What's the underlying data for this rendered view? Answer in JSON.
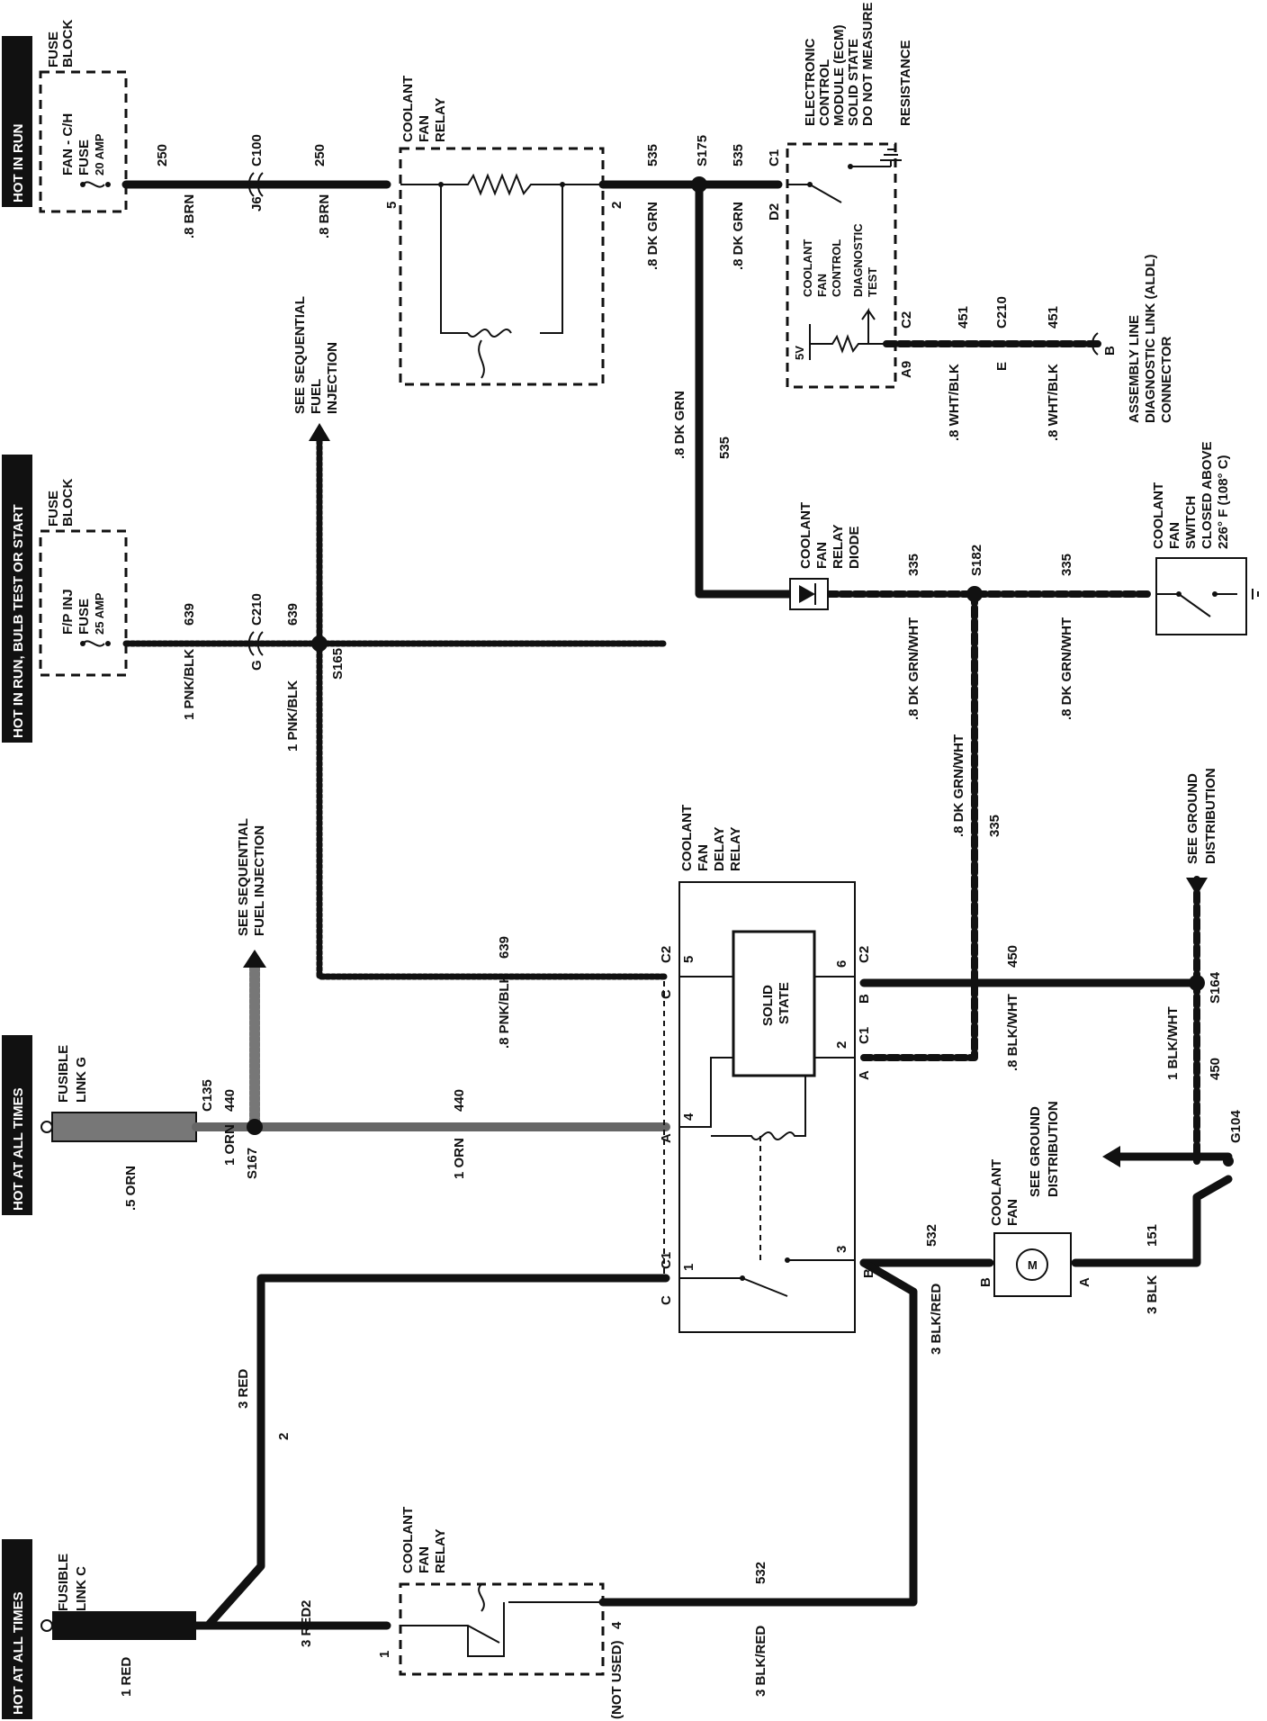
{
  "headers": {
    "hot_in_run": "HOT IN RUN",
    "hot_run_bulbtest_start": "HOT IN RUN, BULB TEST OR START",
    "hot_at_all_times_1": "HOT AT ALL TIMES",
    "hot_at_all_times_2": "HOT AT ALL TIMES"
  },
  "fuse_block_1": {
    "title1": "FUSE",
    "title2": "BLOCK",
    "fuse1": "FAN - C/H",
    "fuse2": "FUSE",
    "fuse3": "20 AMP"
  },
  "fuse_block_2": {
    "title1": "FUSE",
    "title2": "BLOCK",
    "fuse1": "F/P INJ",
    "fuse2": "FUSE",
    "fuse3": "25 AMP"
  },
  "fusible_link_g": {
    "line1": "FUSIBLE",
    "line2": "LINK G"
  },
  "fusible_link_c": {
    "line1": "FUSIBLE",
    "line2": "LINK C"
  },
  "relay_top": {
    "line1": "COOLANT",
    "line2": "FAN",
    "line3": "RELAY"
  },
  "relay_bottom": {
    "line1": "COOLANT",
    "line2": "FAN",
    "line3": "RELAY"
  },
  "delay_relay": {
    "line1": "COOLANT",
    "line2": "FAN",
    "line3": "DELAY",
    "line4": "RELAY",
    "solid1": "SOLID",
    "solid2": "STATE"
  },
  "ecm": {
    "line1": "ELECTRONIC",
    "line2": "CONTROL",
    "line3": "MODULE (ECM)",
    "line4": "SOLID STATE",
    "line5": "DO NOT MEASURE",
    "line6": "RESISTANCE",
    "ctrl1": "COOLANT",
    "ctrl2": "FAN",
    "ctrl3": "CONTROL",
    "diag1": "DIAGNOSTIC",
    "diag2": "TEST",
    "v5": "5V"
  },
  "aldl": {
    "line1": "ASSEMBLY LINE",
    "line2": "DIAGNOSTIC LINK (ALDL)",
    "line3": "CONNECTOR"
  },
  "diode": {
    "line1": "COOLANT",
    "line2": "FAN",
    "line3": "RELAY",
    "line4": "DIODE"
  },
  "fan_switch": {
    "line1": "COOLANT",
    "line2": "FAN",
    "line3": "SWITCH",
    "line4": "CLOSED ABOVE",
    "line5": "226° F (108° C)"
  },
  "coolant_fan": {
    "line1": "COOLANT",
    "line2": "FAN",
    "motor": "M"
  },
  "see_sfi_1": {
    "line1": "SEE SEQUENTIAL",
    "line2": "FUEL",
    "line3": "INJECTION"
  },
  "see_sfi_2": {
    "line1": "SEE SEQUENTIAL",
    "line2": "FUEL INJECTION"
  },
  "see_ground_1": {
    "line1": "SEE GROUND",
    "line2": "DISTRIBUTION"
  },
  "see_ground_2": {
    "line1": "SEE GROUND",
    "line2": "DISTRIBUTION"
  },
  "wires": {
    "brn": ".8 BRN",
    "brn_c": "250",
    "dkgrn": ".8 DK GRN",
    "dkgrn_c": "535",
    "whtblk": ".8 WHT/BLK",
    "whtblk_c": "451",
    "dkgrnwht": ".8 DK GRN/WHT",
    "dkgrnwht_c": "335",
    "pnkblk_1": "1 PNK/BLK",
    "pnkblk_8": ".8 PNK/BLK",
    "pnkblk_c": "639",
    "orn_1": "1 ORN",
    "orn_5": ".5 ORN",
    "orn_c": "440",
    "blkwht_8": ".8 BLK/WHT",
    "blkwht_1": "1 BLK/WHT",
    "blkwht_c": "450",
    "blkred": "3 BLK/RED",
    "blkred_c": "532",
    "blk": "3 BLK",
    "blk_c": "151",
    "red_3": "3 RED",
    "red_1": "1 RED",
    "red_c": "2"
  },
  "connectors": {
    "c100": "C100",
    "j6": "J6",
    "s175": "S175",
    "c1": "C1",
    "d2": "D2",
    "c2": "C2",
    "a9": "A9",
    "c210": "C210",
    "e": "E",
    "b": "B",
    "g": "G",
    "s165": "S165",
    "s182": "S182",
    "c135": "C135",
    "s167": "S167",
    "s164": "S164",
    "g104": "G104",
    "a": "A",
    "c": "C"
  },
  "pins": {
    "p1": "1",
    "p2": "2",
    "p3": "3",
    "p4": "4",
    "p5": "5",
    "p6": "6",
    "not_used": "(NOT USED)"
  }
}
